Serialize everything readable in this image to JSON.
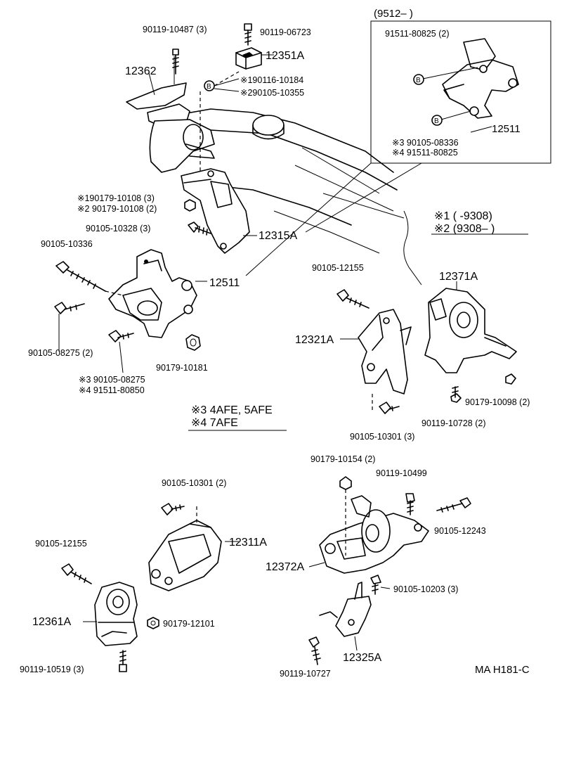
{
  "labels": {
    "p90119_10487": "90119-10487 (3)",
    "p90119_06723": "90119-06723",
    "p12351A": "12351A",
    "p12362": "12362",
    "p190116_10184": "※190116-10184",
    "p290105_10355": "※290105-10355",
    "p190179_10108": "※190179-10108 (3)",
    "p290179_10108": "※2 90179-10108 (2)",
    "p90105_10328": "90105-10328 (3)",
    "p12315A": "12315A",
    "p90105_10336": "90105-10336",
    "p12511_main": "12511",
    "p90105_08275": "90105-08275 (2)",
    "p90179_10181": "90179-10181",
    "p390105_08275": "※3 90105-08275",
    "p491511_80850": "※4 91511-80850",
    "inset_header": "(9512–        )",
    "p91511_80825": "91511-80825 (2)",
    "p12511_inset": "12511",
    "p390105_08336": "※3 90105-08336",
    "p491511_80825": "※4 91511-80825",
    "note1": "※1 (        -9308)",
    "note2": "※2 (9308–        )",
    "p90105_12155_top": "90105-12155",
    "p12371A": "12371A",
    "p12321A": "12321A",
    "p90179_10098": "90179-10098 (2)",
    "p90119_10728": "90119-10728 (2)",
    "p90105_10301_a": "90105-10301 (3)",
    "note3": "※3 4AFE, 5AFE",
    "note4": "※4 7AFE",
    "p90105_10301_b": "90105-10301 (2)",
    "p12311A": "12311A",
    "p90105_12155_bot": "90105-12155",
    "p12361A": "12361A",
    "p90179_12101": "90179-12101",
    "p90119_10519": "90119-10519 (3)",
    "p90179_10154": "90179-10154 (2)",
    "p90119_10499": "90119-10499",
    "p90105_12243": "90105-12243",
    "p12372A": "12372A",
    "p90105_10203": "90105-10203 (3)",
    "p12325A": "12325A",
    "p90119_10727": "90119-10727",
    "ref": "MA H181-C",
    "callout_B": "B"
  }
}
